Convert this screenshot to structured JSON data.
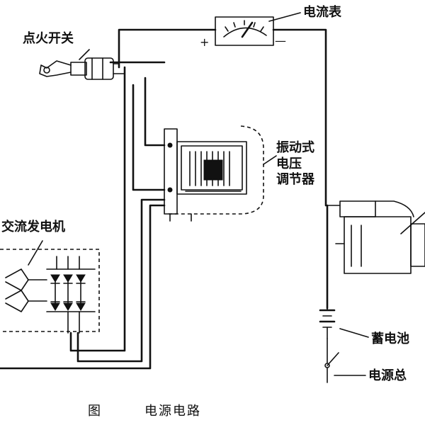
{
  "labels": {
    "ignition_switch": "点火开关",
    "ammeter": "电流表",
    "regulator": [
      "振动式",
      "电压",
      "调节器"
    ],
    "alternator": "交流发电机",
    "battery": "蓄电池",
    "master_switch": "电源总"
  },
  "signs": {
    "plus": "+",
    "minus": "—"
  },
  "caption": {
    "figure": "图",
    "title": "电源电路"
  }
}
